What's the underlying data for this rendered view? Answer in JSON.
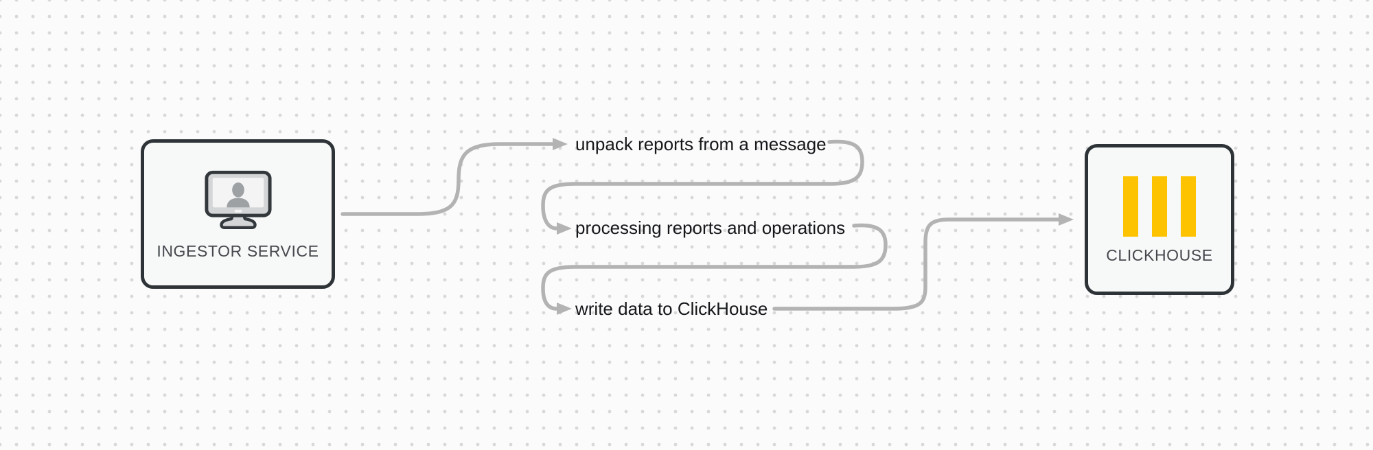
{
  "diagram": {
    "nodes": [
      {
        "id": "ingestor",
        "label": "INGESTOR SERVICE",
        "icon": "monitor-user-icon"
      },
      {
        "id": "clickhouse",
        "label": "CLICKHOUSE",
        "icon": "clickhouse-bars-icon"
      }
    ],
    "steps": [
      {
        "label": "unpack reports from a message"
      },
      {
        "label": "processing reports and operations"
      },
      {
        "label": "write data to ClickHouse"
      }
    ],
    "colors": {
      "background": "#FBFBFB",
      "grid_dot": "#D8D8D8",
      "connector": "#B3B3B3",
      "box_border": "#2E3338",
      "box_fill": "#F7F8F8",
      "step_text": "#15171A",
      "node_label_text": "#45494D",
      "clickhouse_yellow": "#FDC300",
      "monitor_frame": "#D4D5D6",
      "monitor_outline": "#33383D",
      "monitor_screen": "#F4F4F4",
      "monitor_person": "#9DA1A4"
    }
  }
}
